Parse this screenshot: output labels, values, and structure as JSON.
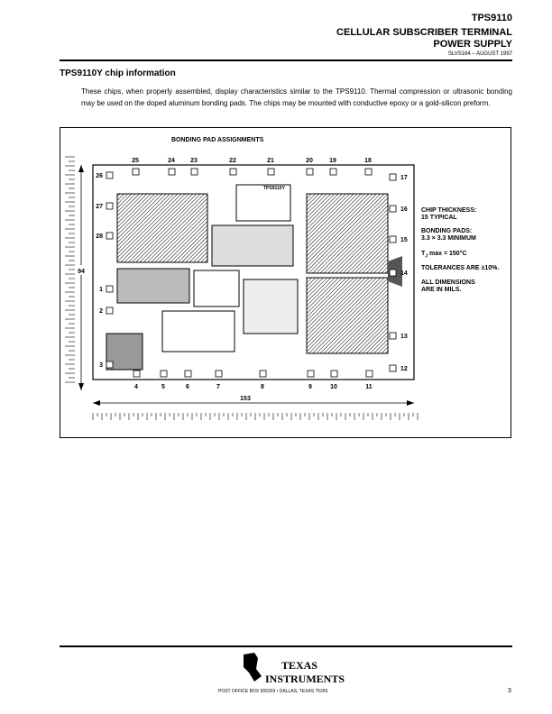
{
  "header": {
    "part_number": "TPS9110",
    "title_line1": "CELLULAR SUBSCRIBER TERMINAL",
    "title_line2": "POWER SUPPLY",
    "doc_id": "SLVS164 – AUGUST 1997"
  },
  "section": {
    "title": "TPS9110Y chip information",
    "body": "These chips, when properly assembled, display characteristics similar to the TPS9110. Thermal compression or ultrasonic bonding may be used on the doped aluminum bonding pads. The chips may be mounted with conductive epoxy or a gold-silicon preform."
  },
  "diagram": {
    "title": "BONDING PAD ASSIGNMENTS",
    "top_pads": [
      "25",
      "24",
      "23",
      "22",
      "21",
      "20",
      "19",
      "18"
    ],
    "left_pads": [
      "26",
      "27",
      "28",
      "1",
      "2",
      "3"
    ],
    "right_pads": [
      "17",
      "16",
      "15",
      "14",
      "13",
      "12"
    ],
    "bottom_pads": [
      "4",
      "5",
      "6",
      "7",
      "8",
      "9",
      "10",
      "11"
    ],
    "height_dim": "94",
    "width_dim": "153",
    "die_label": "TPS9110Y",
    "specs": {
      "thickness_line1": "CHIP THICKNESS:",
      "thickness_line2": "15 TYPICAL",
      "pads_line1": "BONDING PADS:",
      "pads_line2": "3.3 × 3.3 MINIMUM",
      "tj_prefix": "T",
      "tj_sub": "J",
      "tj_suffix": " max = 150°C",
      "tolerance": "TOLERANCES ARE ±10%.",
      "dims_line1": "ALL DIMENSIONS",
      "dims_line2": "ARE IN MILS."
    }
  },
  "footer": {
    "logo_line1": "TEXAS",
    "logo_line2": "INSTRUMENTS",
    "address": "POST OFFICE BOX 655303 • DALLAS, TEXAS 75265",
    "page": "3"
  }
}
